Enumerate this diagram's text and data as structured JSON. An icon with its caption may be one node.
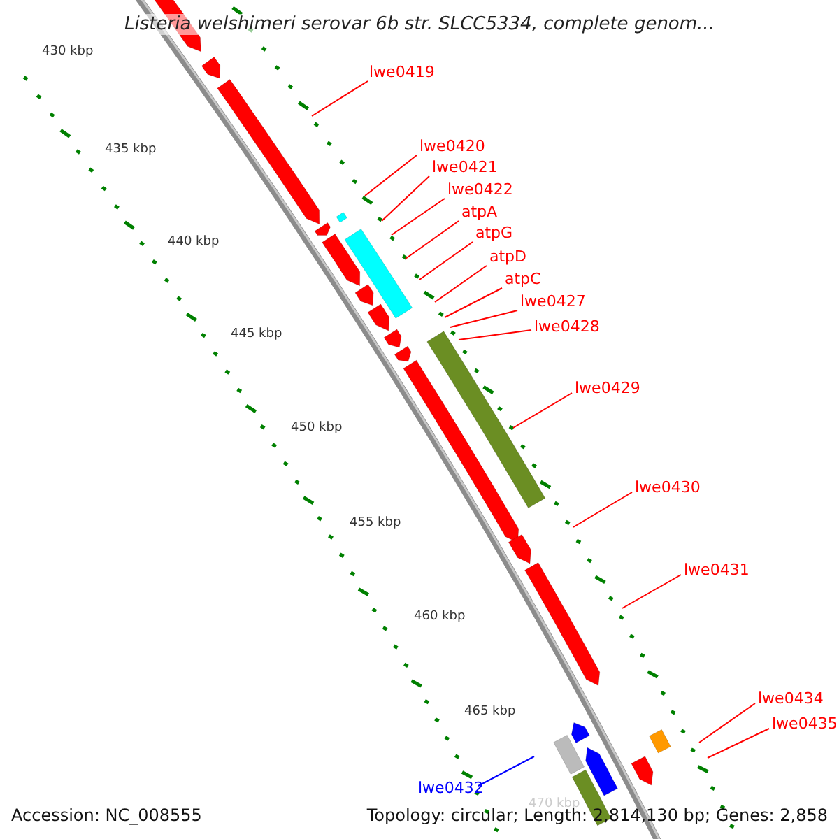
{
  "diagram": {
    "title": "Listeria welshimeri serovar 6b str. SLCC5334, complete genom...",
    "nodes": [
      {
        "text": [
          "lwe0419"
        ]
      },
      {
        "text": [
          "lwe0420"
        ]
      },
      {
        "text": [
          "lwe0421"
        ]
      },
      {
        "text": [
          "lwe0422"
        ]
      },
      {
        "text": [
          "atpA"
        ]
      },
      {
        "text": [
          "atpG"
        ]
      },
      {
        "text": [
          "atpD"
        ]
      },
      {
        "text": [
          "atpC"
        ]
      },
      {
        "text": [
          "lwe0427"
        ]
      },
      {
        "text": [
          "lwe0428"
        ]
      },
      {
        "text": [
          "lwe0429"
        ]
      },
      {
        "text": [
          "lwe0430"
        ]
      },
      {
        "text": [
          "lwe0431"
        ]
      },
      {
        "text": [
          "lwe0434"
        ]
      },
      {
        "text": [
          "lwe0435"
        ]
      },
      {
        "text": [
          "lwe0432"
        ]
      }
    ],
    "edges": [
      {
        "from": 0,
        "to": null,
        "arrow": "none"
      },
      {
        "from": 1,
        "to": null,
        "arrow": "none"
      },
      {
        "from": 2,
        "to": null,
        "arrow": "none"
      },
      {
        "from": 3,
        "to": null,
        "arrow": "none"
      },
      {
        "from": 4,
        "to": null,
        "arrow": "none"
      },
      {
        "from": 5,
        "to": null,
        "arrow": "none"
      },
      {
        "from": 6,
        "to": null,
        "arrow": "none"
      },
      {
        "from": 7,
        "to": null,
        "arrow": "none"
      },
      {
        "from": 8,
        "to": null,
        "arrow": "none"
      },
      {
        "from": 9,
        "to": null,
        "arrow": "none"
      },
      {
        "from": 10,
        "to": null,
        "arrow": "none"
      },
      {
        "from": 11,
        "to": null,
        "arrow": "none"
      },
      {
        "from": 12,
        "to": null,
        "arrow": "none"
      },
      {
        "from": 13,
        "to": null,
        "arrow": "none"
      },
      {
        "from": 14,
        "to": null,
        "arrow": "none"
      },
      {
        "from": 15,
        "to": null,
        "arrow": "none",
        "color": "#0000ff"
      }
    ],
    "labels": [
      "430 kbp",
      "435 kbp",
      "440 kbp",
      "445 kbp",
      "450 kbp",
      "455 kbp",
      "460 kbp",
      "465 kbp",
      "470 kbp",
      "Accession: NC_008555",
      "Topology: circular; Length: 2,814,130 bp; Genes: 2,858"
    ]
  }
}
